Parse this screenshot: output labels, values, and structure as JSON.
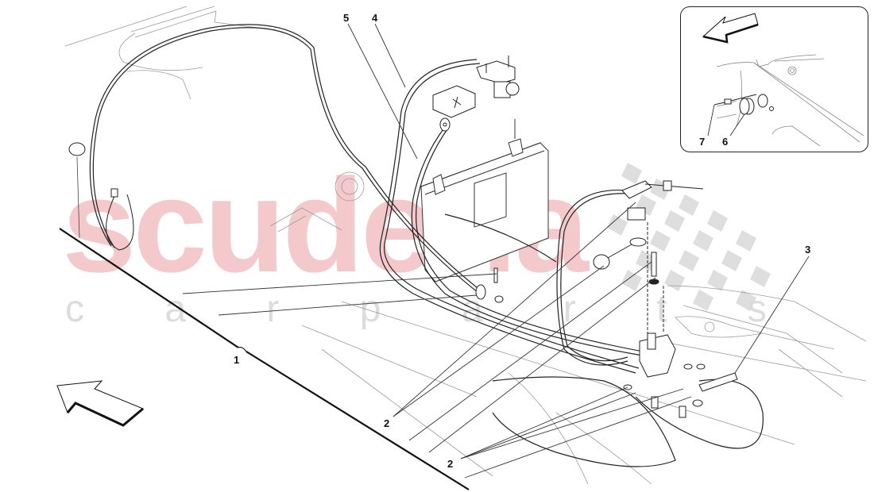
{
  "diagram": {
    "type": "exploded-parts-diagram",
    "subject": "battery and battery cut-off switch wiring",
    "watermark": {
      "primary": "scuderia",
      "secondary": "c a r   p a r t s",
      "primary_color": "#f4c9cb",
      "secondary_color": "#dcdcdc",
      "checker_color": "#d9d9d9"
    },
    "callouts": [
      {
        "id": "1",
        "label": "1"
      },
      {
        "id": "2a",
        "label": "2"
      },
      {
        "id": "2b",
        "label": "2"
      },
      {
        "id": "3",
        "label": "3"
      },
      {
        "id": "4",
        "label": "4"
      },
      {
        "id": "5",
        "label": "5"
      },
      {
        "id": "6",
        "label": "6"
      },
      {
        "id": "7",
        "label": "7"
      }
    ],
    "inset": {
      "callouts": [
        "7",
        "6"
      ],
      "direction_arrow": "left-down"
    },
    "main_direction_arrow": "up-left"
  }
}
